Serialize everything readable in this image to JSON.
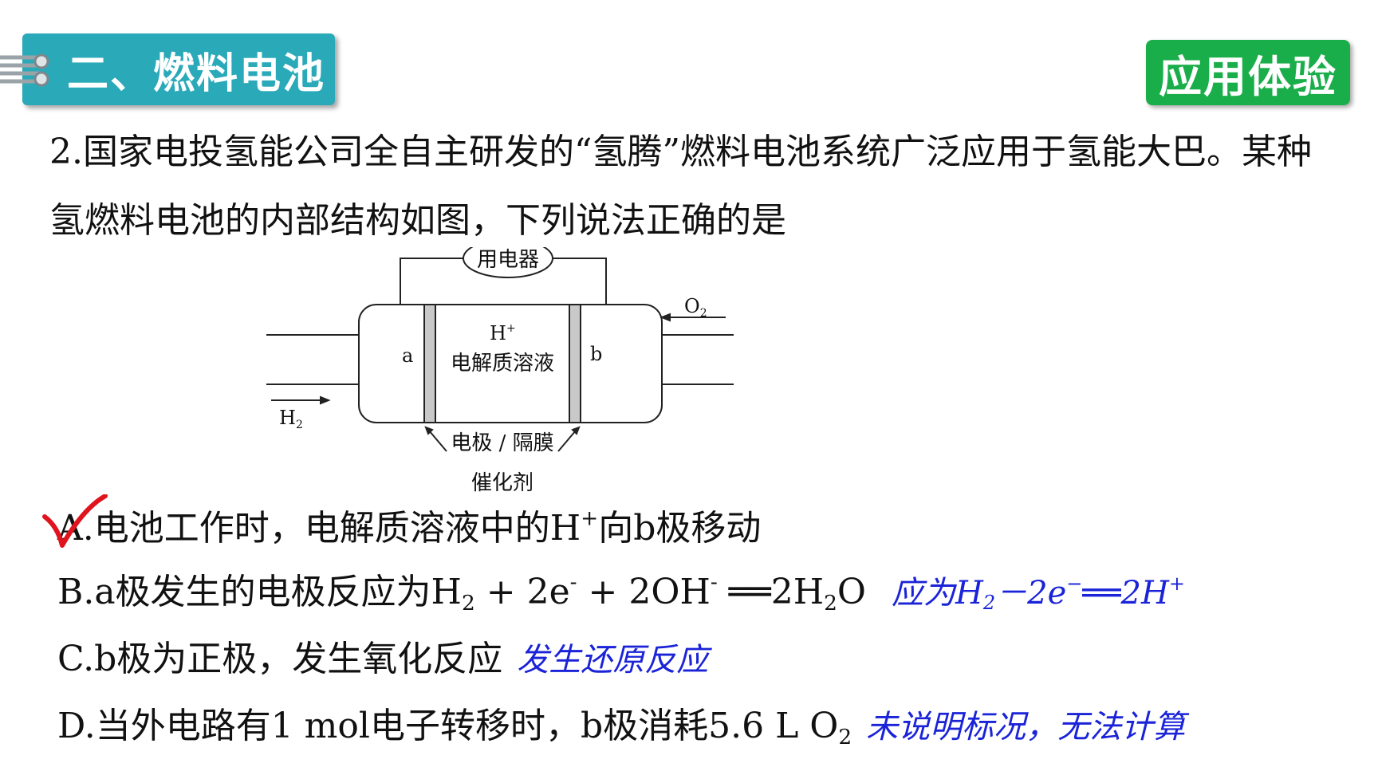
{
  "header": {
    "section_title": "二、燃料电池",
    "badge": "应用体验"
  },
  "question": {
    "text": "2.国家电投氢能公司全自主研发的“氢腾”燃料电池系统广泛应用于氢能大巴。某种氢燃料电池的内部结构如图，下列说法正确的是"
  },
  "diagram": {
    "device_label": "用电器",
    "o2_label": "O",
    "o2_sub": "2",
    "h2_label": "H",
    "h2_sub": "2",
    "ion_label": "H",
    "ion_sup": "+",
    "electrolyte_label": "电解质溶液",
    "electrode_a": "a",
    "electrode_b": "b",
    "membrane_label": "电极 / 隔膜",
    "catalyst_label": "催化剂"
  },
  "options": {
    "a": {
      "prefix": "A.电池工作时，电解质溶液中的H",
      "sup": "+",
      "suffix": "向b极移动"
    },
    "b": {
      "t1": "B.a极发生的电极反应为H",
      "s1": "2",
      "t2": " + 2e",
      "p1": "-",
      "t3": " + 2OH",
      "p2": "-",
      "t4": " ══2H",
      "s2": "2",
      "t5": "O",
      "note1": "应为H",
      "ns1": "2",
      "note2": "－2e",
      "np1": "−",
      "note3": "══2H",
      "np2": "+"
    },
    "c": {
      "text": "C.b极为正极，发生氧化反应",
      "note": "发生还原反应"
    },
    "d": {
      "text": "D.当外电路有1 mol电子转移时，b极消耗5.6 L O",
      "sub": "2",
      "note": "未说明标况，无法计算"
    }
  },
  "mark": {
    "correct_option": "A",
    "color": "#e0141e"
  }
}
